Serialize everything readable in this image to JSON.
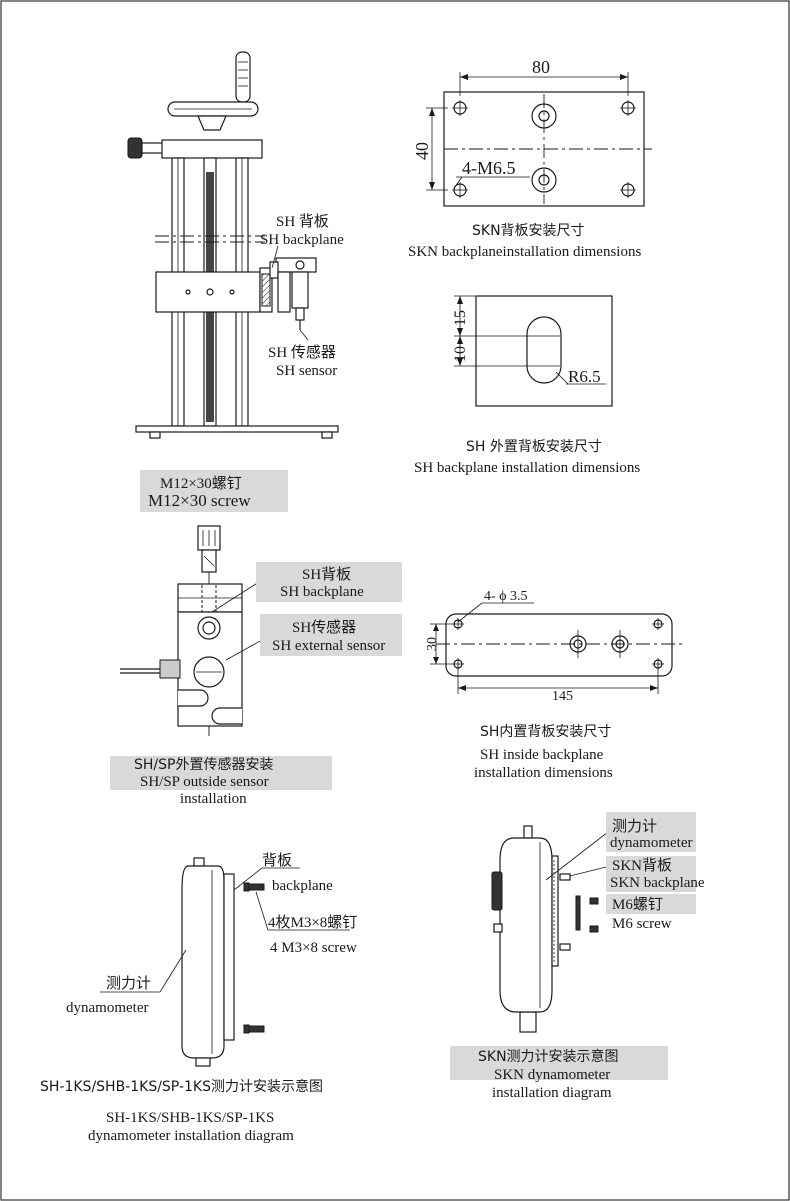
{
  "sh_stand": {
    "backplane_zh": "SH 背板",
    "backplane_en": "SH backplane",
    "sensor_zh": "SH 传感器",
    "sensor_en": "SH sensor"
  },
  "skn_backplane_dims": {
    "width": "80",
    "height": "40",
    "holes": "4-M6.5",
    "title_zh": "SKN背板安装尺寸",
    "title_en": "SKN backplaneinstallation dimensions"
  },
  "sh_outer_backplane": {
    "dim_15": "15",
    "dim_10": "10",
    "radius": "R6.5",
    "title_zh": "SH 外置背板安装尺寸",
    "title_en": "SH backplane installation dimensions"
  },
  "sh_sp_outside_sensor": {
    "screw_zh": "M12×30螺钉",
    "screw_en": "M12×30 screw",
    "backplane_zh": "SH背板",
    "backplane_en": "SH backplane",
    "ext_sensor_zh": "SH传感器",
    "ext_sensor_en": "SH external sensor",
    "title_zh": "SH/SP外置传感器安装",
    "title_en_1": "SH/SP  outside sensor",
    "title_en_2": "installation"
  },
  "sh_inside_backplane": {
    "holes": "4- ϕ 3.5",
    "height": "30",
    "width": "145",
    "title_zh": "SH内置背板安装尺寸",
    "title_en_1": "SH inside  backplane",
    "title_en_2": "installation dimensions"
  },
  "sh1ks_install": {
    "backplane_zh": "背板",
    "backplane_en": "backplane",
    "screw_zh": "4枚M3×8螺钉",
    "screw_en": "4 M3×8 screw",
    "dyn_zh": "测力计",
    "dyn_en": "dynamometer",
    "title_zh": "SH-1KS/SHB-1KS/SP-1KS测力计安装示意图",
    "title_en_1": "SH-1KS/SHB-1KS/SP-1KS",
    "title_en_2": "dynamometer installation diagram"
  },
  "skn_install": {
    "dyn_zh": "测力计",
    "dyn_en": "dynamometer",
    "backplane_zh": "SKN背板",
    "backplane_en": "SKN backplane",
    "screw_zh": "M6螺钉",
    "screw_en": "M6 screw",
    "title_zh": "SKN测力计安装示意图",
    "title_en_1": "SKN dynamometer",
    "title_en_2": "installation diagram"
  },
  "colors": {
    "label_box": "#d9d9d9",
    "line": "#1a1a1a"
  }
}
